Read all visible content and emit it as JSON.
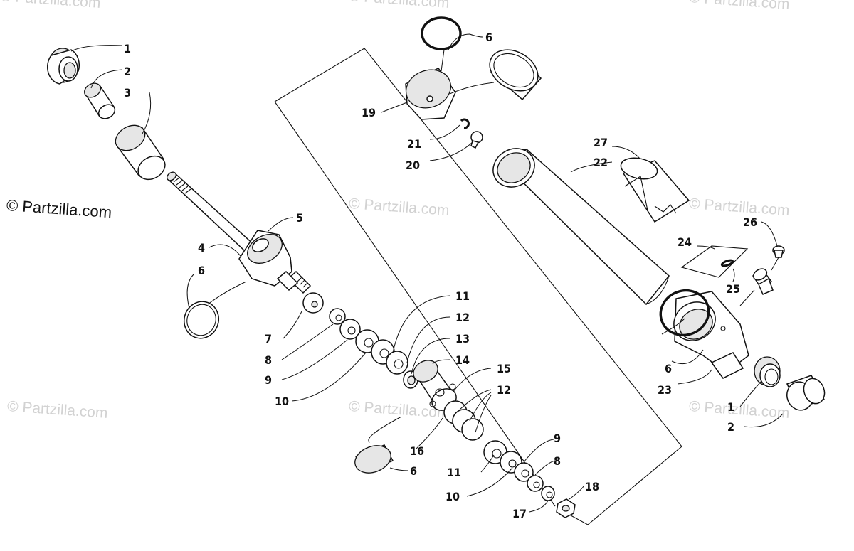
{
  "watermarks": {
    "main": "© Partzilla.com",
    "faint": "© Partzilla.com"
  },
  "callouts": {
    "c1a": "1",
    "c2a": "2",
    "c3": "3",
    "c4": "4",
    "c5": "5",
    "c6a": "6",
    "c6b": "6",
    "c6c": "6",
    "c6d": "6",
    "c7": "7",
    "c8a": "8",
    "c9a": "9",
    "c10a": "10",
    "c11a": "11",
    "c12a": "12",
    "c13": "13",
    "c14": "14",
    "c15": "15",
    "c12b": "12",
    "c16": "16",
    "c9b": "9",
    "c8b": "8",
    "c11b": "11",
    "c10b": "10",
    "c17": "17",
    "c18": "18",
    "c19": "19",
    "c21": "21",
    "c20": "20",
    "c27": "27",
    "c22": "22",
    "c24": "24",
    "c25": "25",
    "c26": "26",
    "c23": "23",
    "c1b": "1",
    "c2b": "2"
  },
  "colors": {
    "line": "#111111",
    "watermark": "#d2d2d2",
    "background": "#ffffff"
  }
}
